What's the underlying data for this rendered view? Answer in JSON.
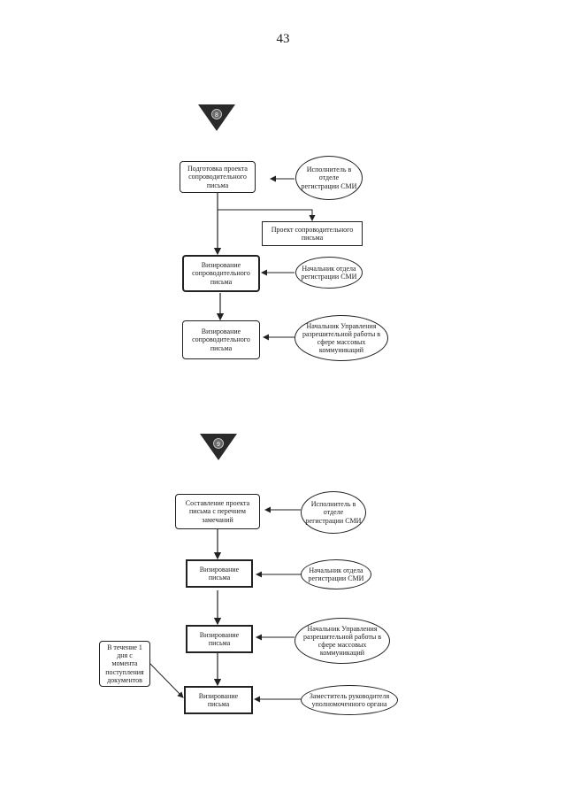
{
  "page_number": "43",
  "diagram1": {
    "marker_label": "8",
    "step1": "Подготовка проекта сопроводительного письма",
    "actor1": "Исполнитель в отделе регистрации СМИ",
    "output1": "Проект сопроводительного письма",
    "step2": "Визирование сопроводительного письма",
    "actor2": "Начальник отдела регистрации СМИ",
    "step3": "Визирование сопроводительного письма",
    "actor3": "Начальник Управления разрешительной работы в сфере массовых коммуникаций"
  },
  "diagram2": {
    "marker_label": "9",
    "step1": "Составление проекта письма с перечнем замечаний",
    "actor1": "Исполнитель в отделе регистрации СМИ",
    "step2": "Визирование письма",
    "actor2": "Начальник отдела регистрации СМИ",
    "step3": "Визирование письма",
    "actor3": "Начальник Управления разрешительной работы в сфере массовых коммуникаций",
    "timing_note": "В течение 1 дня с момента поступления документов",
    "step4": "Визирование письма",
    "actor4": "Заместитель руководителя уполномоченного органа"
  }
}
